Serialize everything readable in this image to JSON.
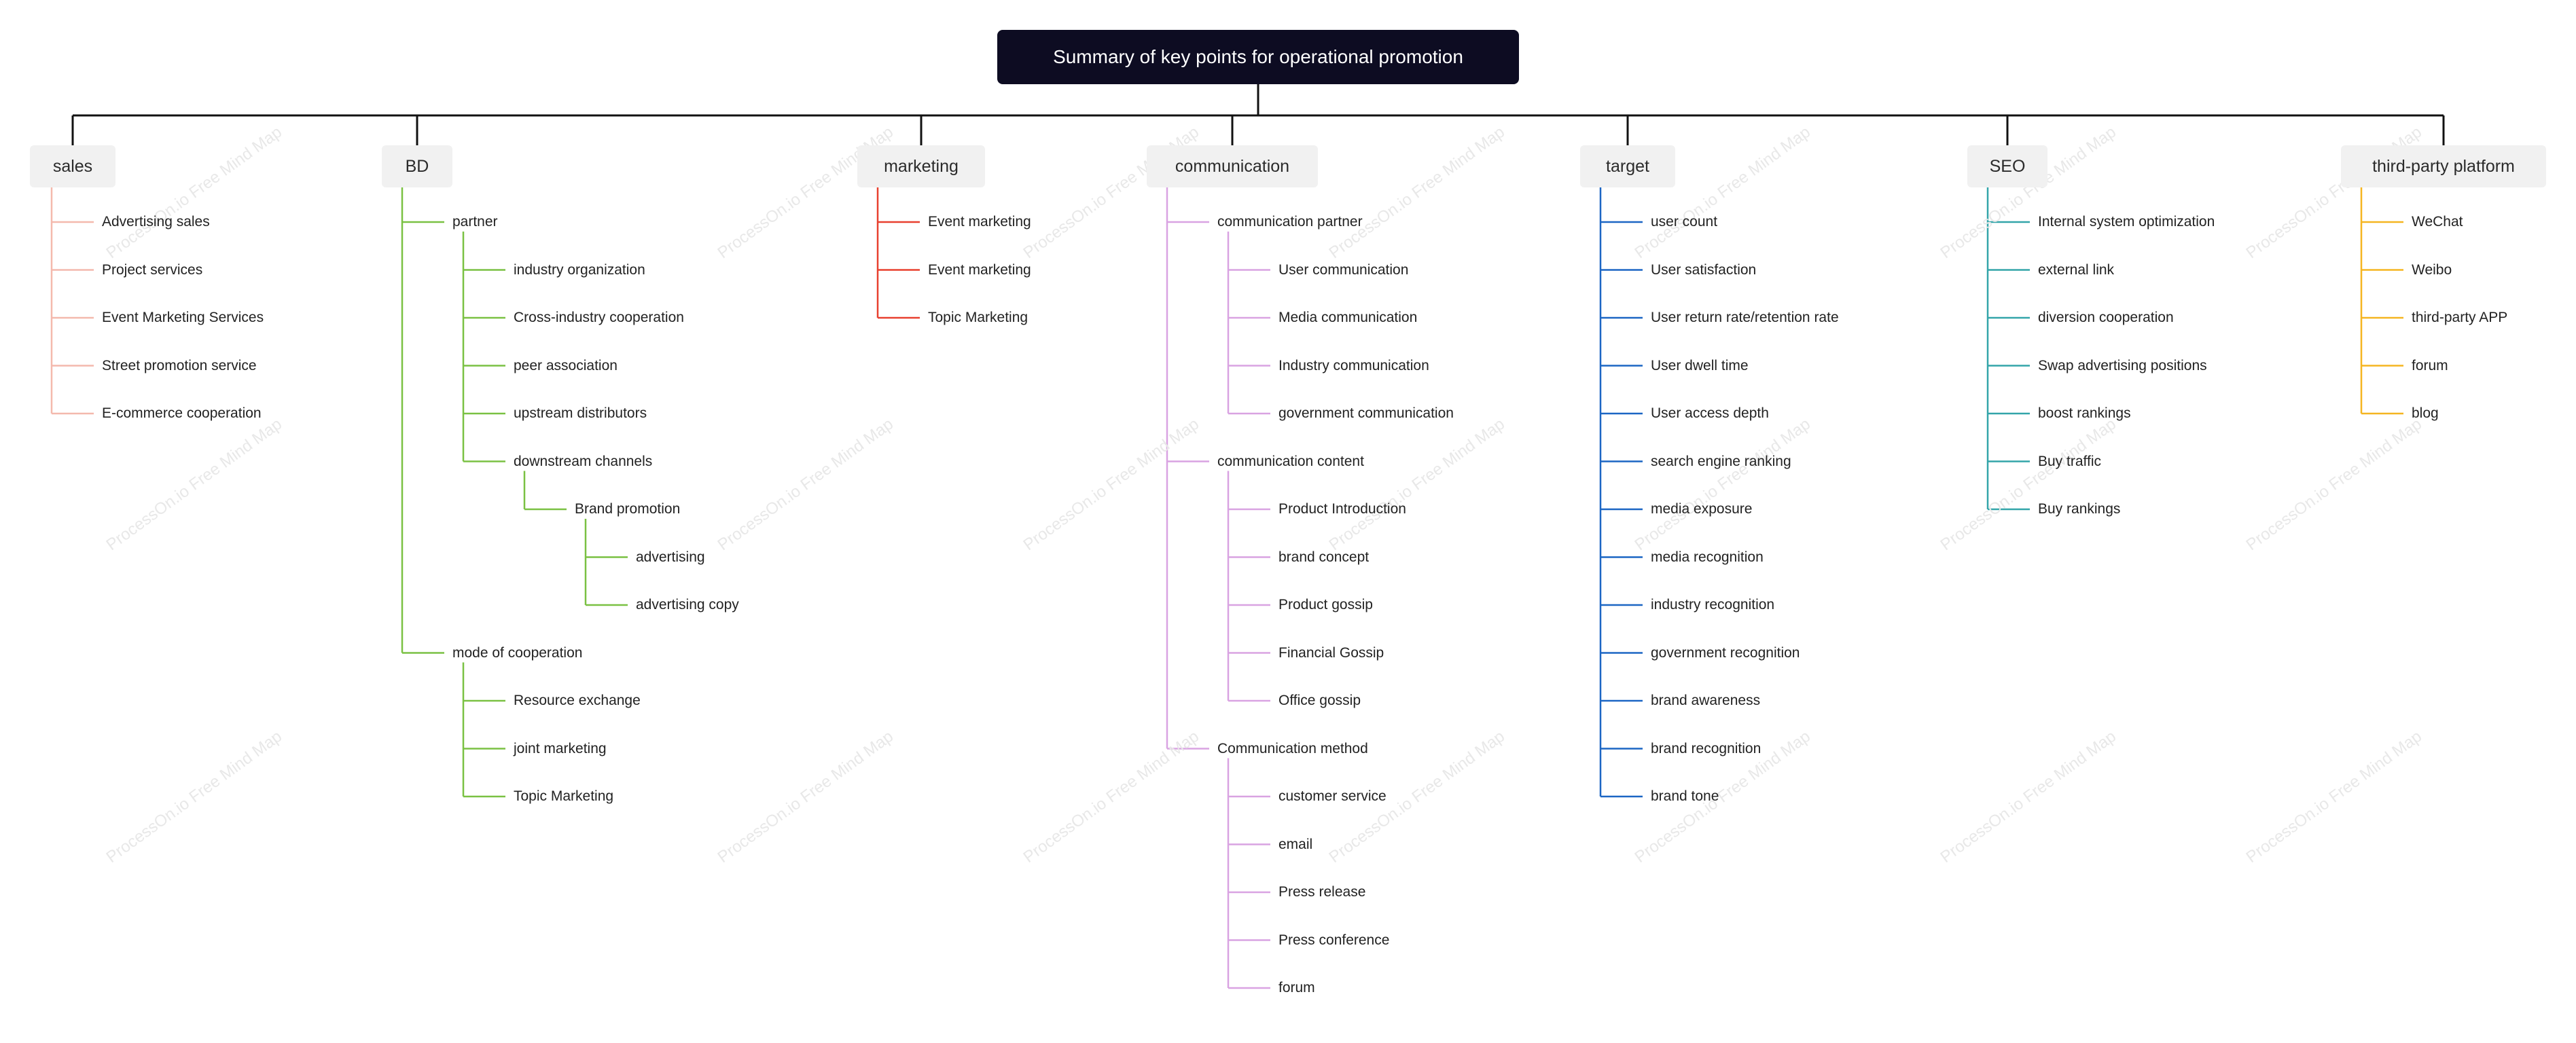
{
  "diagram": {
    "title": "Summary of key points for operational promotion",
    "watermark": "ProcessOn.io Free Mind Map",
    "branches": [
      {
        "label": "sales",
        "color": "#f4b9ad",
        "children": [
          {
            "label": "Advertising sales"
          },
          {
            "label": "Project services"
          },
          {
            "label": "Event Marketing Services"
          },
          {
            "label": "Street promotion service"
          },
          {
            "label": "E-commerce cooperation"
          }
        ]
      },
      {
        "label": "BD",
        "color": "#7ac143",
        "children": [
          {
            "label": "partner",
            "children": [
              {
                "label": "industry organization"
              },
              {
                "label": "Cross-industry cooperation"
              },
              {
                "label": "peer association"
              },
              {
                "label": "upstream distributors"
              },
              {
                "label": "downstream channels",
                "children": [
                  {
                    "label": "Brand promotion",
                    "children": [
                      {
                        "label": "advertising"
                      },
                      {
                        "label": "advertising copy"
                      }
                    ]
                  }
                ]
              }
            ]
          },
          {
            "label": "mode of cooperation",
            "children": [
              {
                "label": "Resource exchange"
              },
              {
                "label": "joint marketing"
              },
              {
                "label": "Topic Marketing"
              }
            ]
          }
        ]
      },
      {
        "label": "marketing",
        "color": "#e8402f",
        "children": [
          {
            "label": "Event marketing"
          },
          {
            "label": "Event marketing"
          },
          {
            "label": "Topic Marketing"
          }
        ]
      },
      {
        "label": "communication",
        "color": "#d9a3e2",
        "children": [
          {
            "label": "communication partner",
            "children": [
              {
                "label": "User communication"
              },
              {
                "label": "Media communication"
              },
              {
                "label": "Industry communication"
              },
              {
                "label": "government communication"
              }
            ]
          },
          {
            "label": "communication content",
            "children": [
              {
                "label": "Product Introduction"
              },
              {
                "label": "brand concept"
              },
              {
                "label": "Product gossip"
              },
              {
                "label": "Financial Gossip"
              },
              {
                "label": "Office gossip"
              }
            ]
          },
          {
            "label": "Communication method",
            "children": [
              {
                "label": "customer service"
              },
              {
                "label": "email"
              },
              {
                "label": "Press release"
              },
              {
                "label": "Press conference"
              },
              {
                "label": "forum"
              }
            ]
          }
        ]
      },
      {
        "label": "target",
        "color": "#1c66c4",
        "children": [
          {
            "label": "user count"
          },
          {
            "label": "User satisfaction"
          },
          {
            "label": "User return rate/retention rate"
          },
          {
            "label": "User dwell time"
          },
          {
            "label": "User access depth"
          },
          {
            "label": "search engine ranking"
          },
          {
            "label": "media exposure"
          },
          {
            "label": "media recognition"
          },
          {
            "label": "industry recognition"
          },
          {
            "label": "government recognition"
          },
          {
            "label": "brand awareness"
          },
          {
            "label": "brand recognition"
          },
          {
            "label": "brand tone"
          }
        ]
      },
      {
        "label": "SEO",
        "color": "#33a5a9",
        "children": [
          {
            "label": "Internal system optimization"
          },
          {
            "label": "external link"
          },
          {
            "label": "diversion cooperation"
          },
          {
            "label": "Swap advertising positions"
          },
          {
            "label": "boost rankings"
          },
          {
            "label": "Buy traffic"
          },
          {
            "label": "Buy rankings"
          }
        ]
      },
      {
        "label": "third-party platform",
        "color": "#f5b521",
        "children": [
          {
            "label": "WeChat"
          },
          {
            "label": "Weibo"
          },
          {
            "label": "third-party APP"
          },
          {
            "label": "forum"
          },
          {
            "label": "blog"
          }
        ]
      }
    ]
  }
}
